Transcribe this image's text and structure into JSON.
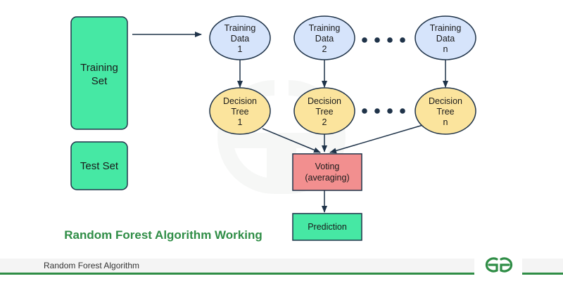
{
  "colors": {
    "green_box": "#46e8a4",
    "blue_node": "#d6e4fb",
    "yellow_node": "#fbe49d",
    "red_box": "#f28f8f",
    "stroke": "#1f3349",
    "title_green": "#2f8d46",
    "footer_line": "#2f8d46"
  },
  "training_set": [
    "Training",
    "Set"
  ],
  "test_set": "Test Set",
  "training_data": [
    [
      "Training",
      "Data",
      "1"
    ],
    [
      "Training",
      "Data",
      "2"
    ],
    [
      "Training",
      "Data",
      "n"
    ]
  ],
  "decision_trees": [
    [
      "Decision",
      "Tree",
      "1"
    ],
    [
      "Decision",
      "Tree",
      "2"
    ],
    [
      "Decision",
      "Tree",
      "n"
    ]
  ],
  "voting": [
    "Voting",
    "(averaging)"
  ],
  "prediction": "Prediction",
  "title": "Random Forest Algorithm Working",
  "footer": {
    "caption": "Random Forest Algorithm",
    "logo_icon": "gfg-logo-icon"
  }
}
